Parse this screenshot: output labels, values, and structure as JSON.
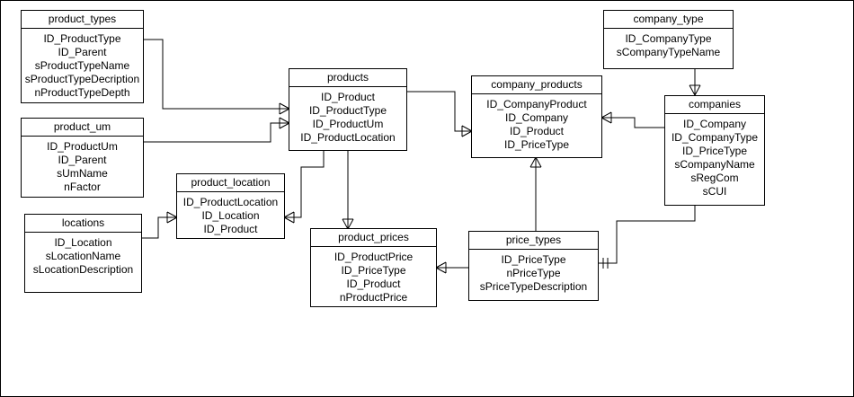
{
  "entities": {
    "product_types": {
      "title": "product_types",
      "fields": [
        "ID_ProductType",
        "ID_Parent",
        "sProductTypeName",
        "sProductTypeDecription",
        "nProductTypeDepth"
      ]
    },
    "product_um": {
      "title": "product_um",
      "fields": [
        "ID_ProductUm",
        "ID_Parent",
        "sUmName",
        "nFactor"
      ]
    },
    "locations": {
      "title": "locations",
      "fields": [
        "ID_Location",
        "sLocationName",
        "sLocationDescription"
      ]
    },
    "products": {
      "title": "products",
      "fields": [
        "ID_Product",
        "ID_ProductType",
        "ID_ProductUm",
        "ID_ProductLocation"
      ]
    },
    "product_location": {
      "title": "product_location",
      "fields": [
        "ID_ProductLocation",
        "ID_Location",
        "ID_Product"
      ]
    },
    "product_prices": {
      "title": "product_prices",
      "fields": [
        "ID_ProductPrice",
        "ID_PriceType",
        "ID_Product",
        "nProductPrice"
      ]
    },
    "company_products": {
      "title": "company_products",
      "fields": [
        "ID_CompanyProduct",
        "ID_Company",
        "ID_Product",
        "ID_PriceType"
      ]
    },
    "price_types": {
      "title": "price_types",
      "fields": [
        "ID_PriceType",
        "nPriceType",
        "sPriceTypeDescription"
      ]
    },
    "company_type": {
      "title": "company_type",
      "fields": [
        "ID_CompanyType",
        "sCompanyTypeName"
      ]
    },
    "companies": {
      "title": "companies",
      "fields": [
        "ID_Company",
        "ID_CompanyType",
        "ID_PriceType",
        "sCompanyName",
        "sRegCom",
        "sCUI"
      ]
    }
  },
  "relationships": [
    {
      "from": "product_types",
      "to": "products",
      "end": "many"
    },
    {
      "from": "product_um",
      "to": "products",
      "end": "many"
    },
    {
      "from": "products",
      "to": "company_products",
      "end": "many"
    },
    {
      "from": "products",
      "to": "product_prices",
      "end": "many"
    },
    {
      "from": "products",
      "to": "product_location",
      "end": "many"
    },
    {
      "from": "locations",
      "to": "product_location",
      "end": "many"
    },
    {
      "from": "companies",
      "to": "company_products",
      "end": "many"
    },
    {
      "from": "company_type",
      "to": "companies",
      "end": "many"
    },
    {
      "from": "price_types",
      "to": "company_products",
      "end": "many"
    },
    {
      "from": "price_types",
      "to": "product_prices",
      "end": "many"
    },
    {
      "from": "companies",
      "to": "price_types",
      "end": "one"
    }
  ]
}
